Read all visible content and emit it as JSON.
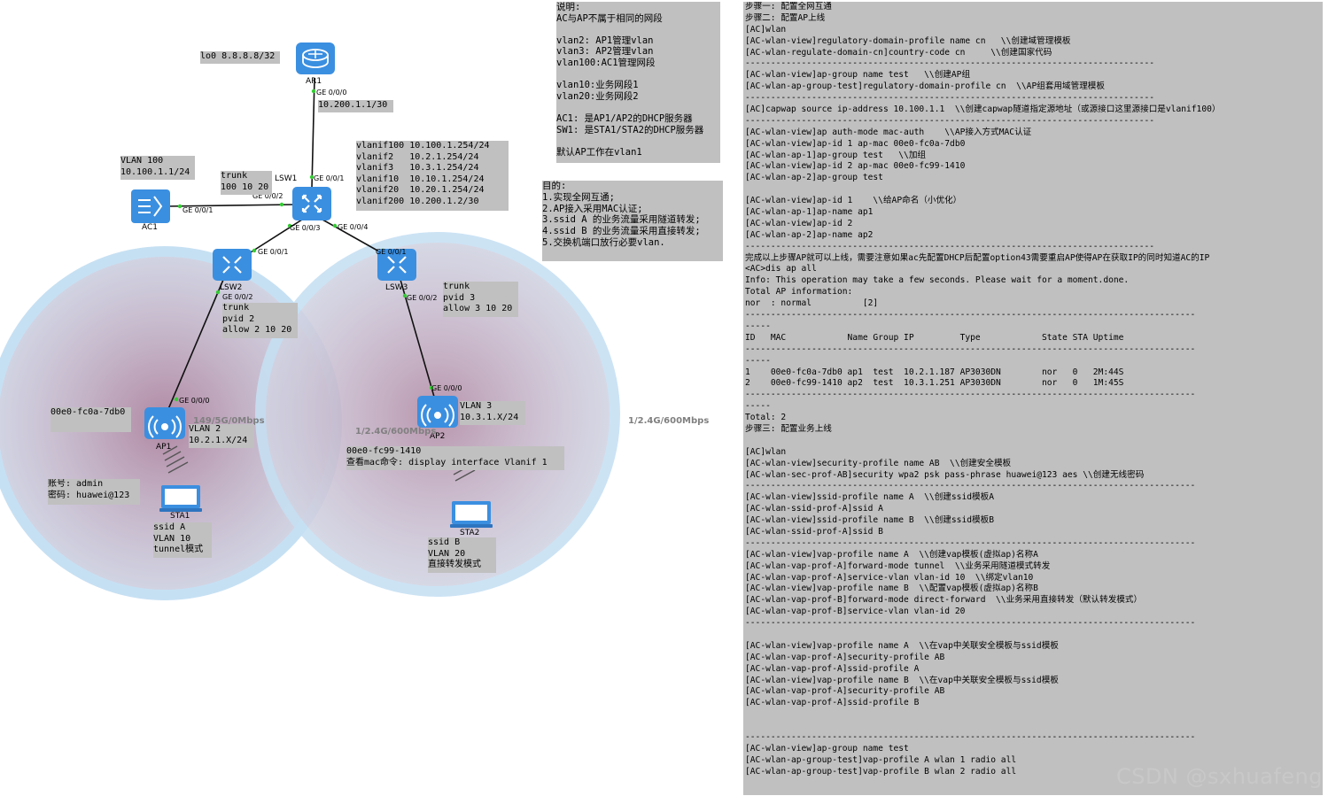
{
  "devices": {
    "ar1": "AR1",
    "lsw1": "LSW1",
    "ac1": "AC1",
    "lsw2": "LSW2",
    "lsw3": "LSW3",
    "ap1": "AP1",
    "ap2": "AP2",
    "sta1": "STA1",
    "sta2": "STA2"
  },
  "ports": {
    "ar1_ge000": "GE 0/0/0",
    "lsw1_ge001": "GE 0/0/1",
    "lsw1_ge002": "GE 0/0/2",
    "ac1_ge001": "GE 0/0/1",
    "lsw1_ge003": "GE 0/0/3",
    "lsw1_ge004": "GE 0/0/4",
    "lsw2_ge001": "GE 0/0/1",
    "lsw2_ge002": "GE 0/0/2",
    "lsw3_ge001": "GE 0/0/1",
    "lsw3_ge002": "GE 0/0/2",
    "ap1_ge000": "GE 0/0/0",
    "ap2_ge000": "GE 0/0/0"
  },
  "rates": {
    "ap1": "149/5G/0Mbps",
    "ap2_left": "1/2.4G/600Mbps",
    "ap2_right": "1/2.4G/600Mbps"
  },
  "labels": {
    "lo0": "lo0 8.8.8.8/32",
    "ar1_link": "10.200.1.1/30",
    "vlan100": "VLAN 100\n10.100.1.1/24",
    "lsw1_trunk": "trunk\n100 10 20",
    "vlanif": "vlanif100 10.100.1.254/24\nvlanif2   10.2.1.254/24\nvlanif3   10.3.1.254/24\nvlanif10  10.10.1.254/24\nvlanif20  10.20.1.254/24\nvlanif200 10.200.1.2/30",
    "lsw2_trunk": "trunk\npvid 2\nallow 2 10 20",
    "lsw3_trunk": "trunk\npvid 3\nallow 3 10 20",
    "ap1_mac": "00e0-fc0a-7db0",
    "ap1_vlan": "VLAN 2\n10.2.1.X/24",
    "ap2_vlan": "VLAN 3\n10.3.1.X/24",
    "ap2_mac": "00e0-fc99-1410\n查看mac命令: display interface Vlanif 1",
    "account": "账号: admin\n密码: huawei@123",
    "sta1": "ssid A\nVLAN 10\ntunnel模式",
    "sta2": "ssid B\nVLAN 20\n直接转发模式"
  },
  "explain": "说明:\nAC与AP不属于相同的网段\n\nvlan2: AP1管理vlan\nvlan3: AP2管理vlan\nvlan100:AC1管理网段\n\nvlan10:业务网段1\nvlan20:业务网段2\n\nAC1: 是AP1/AP2的DHCP服务器\nSW1: 是STA1/STA2的DHCP服务器\n\n默认AP工作在vlan1",
  "purpose": "目的:\n1.实现全网互通;\n2.AP接入采用MAC认证;\n3.ssid A 的业务流量采用隧道转发;\n4.ssid B 的业务流量采用直接转发;\n5.交换机端口放行必要vlan.",
  "config_lines": [
    "步骤一: 配置全网互通",
    "步骤二: 配置AP上线",
    "[AC]wlan",
    "[AC-wlan-view]regulatory-domain-profile name cn   \\\\创建域管理模板",
    "[AC-wlan-regulate-domain-cn]country-code cn     \\\\创建国家代码",
    "--------------------------------------------------------------------------------",
    "[AC-wlan-view]ap-group name test   \\\\创建AP组",
    "[AC-wlan-ap-group-test]regulatory-domain-profile cn  \\\\AP组套用域管理模板",
    "--------------------------------------------------------------------------------",
    "[AC]capwap source ip-address 10.100.1.1  \\\\创建capwap隧道指定源地址（或源接口这里源接口是vlanif100）",
    "--------------------------------------------------------------------------------",
    "[AC-wlan-view]ap auth-mode mac-auth    \\\\AP接入方式MAC认证",
    "[AC-wlan-view]ap-id 1 ap-mac 00e0-fc0a-7db0",
    "[AC-wlan-ap-1]ap-group test   \\\\加组",
    "[AC-wlan-view]ap-id 2 ap-mac 00e0-fc99-1410",
    "[AC-wlan-ap-2]ap-group test",
    "",
    "[AC-wlan-view]ap-id 1    \\\\给AP命名（小优化）",
    "[AC-wlan-ap-1]ap-name ap1",
    "[AC-wlan-view]ap-id 2",
    "[AC-wlan-ap-2]ap-name ap2",
    "--------------------------------------------------------------------------------",
    "完成以上步骤AP就可以上线，需要注意如果ac先配置DHCP后配置option43需要重启AP使得AP在获取IP的同时知道AC的IP",
    "<AC>dis ap all",
    "Info: This operation may take a few seconds. Please wait for a moment.done.",
    "Total AP information:",
    "nor  : normal          [2]",
    "----------------------------------------------------------------------------------------",
    "-----",
    "ID   MAC            Name Group IP         Type            State STA Uptime",
    "----------------------------------------------------------------------------------------",
    "-----",
    "1    00e0-fc0a-7db0 ap1  test  10.2.1.187 AP3030DN        nor   0   2M:44S",
    "2    00e0-fc99-1410 ap2  test  10.3.1.251 AP3030DN        nor   0   1M:45S",
    "----------------------------------------------------------------------------------------",
    "-----",
    "Total: 2",
    "步骤三: 配置业务上线",
    "",
    "[AC]wlan",
    "[AC-wlan-view]security-profile name AB  \\\\创建安全模板",
    "[AC-wlan-sec-prof-AB]security wpa2 psk pass-phrase huawei@123 aes \\\\创建无线密码",
    "----------------------------------------------------------------------------------------",
    "[AC-wlan-view]ssid-profile name A  \\\\创建ssid模板A",
    "[AC-wlan-ssid-prof-A]ssid A",
    "[AC-wlan-view]ssid-profile name B  \\\\创建ssid模板B",
    "[AC-wlan-ssid-prof-A]ssid B",
    "----------------------------------------------------------------------------------------",
    "[AC-wlan-view]vap-profile name A  \\\\创建vap模板(虚拟ap)名称A",
    "[AC-wlan-vap-prof-A]forward-mode tunnel  \\\\业务采用隧道模式转发",
    "[AC-wlan-vap-prof-A]service-vlan vlan-id 10  \\\\绑定vlan10",
    "[AC-wlan-view]vap-profile name B  \\\\配置vap模板(虚拟ap)名称B",
    "[AC-wlan-vap-prof-B]forward-mode direct-forward  \\\\业务采用直接转发（默认转发模式）",
    "[AC-wlan-vap-prof-B]service-vlan vlan-id 20",
    "----------------------------------------------------------------------------------------",
    "",
    "[AC-wlan-view]vap-profile name A  \\\\在vap中关联安全模板与ssid模板",
    "[AC-wlan-vap-prof-A]security-profile AB",
    "[AC-wlan-vap-prof-A]ssid-profile A",
    "[AC-wlan-view]vap-profile name B  \\\\在vap中关联安全模板与ssid模板",
    "[AC-wlan-vap-prof-A]security-profile AB",
    "[AC-wlan-vap-prof-A]ssid-profile B",
    "",
    "",
    "----------------------------------------------------------------------------------------",
    "[AC-wlan-view]ap-group name test",
    "[AC-wlan-ap-group-test]vap-profile A wlan 1 radio all",
    "[AC-wlan-ap-group-test]vap-profile B wlan 2 radio all"
  ],
  "watermark": "CSDN @sxhuafeng",
  "colors": {
    "device_blue": "#3b8fe0",
    "cell_outer": "#c9e1f3",
    "cell_inner": "#d4b3c3",
    "note_bg": "#c0c0c0",
    "port_dot": "#33cc33"
  }
}
